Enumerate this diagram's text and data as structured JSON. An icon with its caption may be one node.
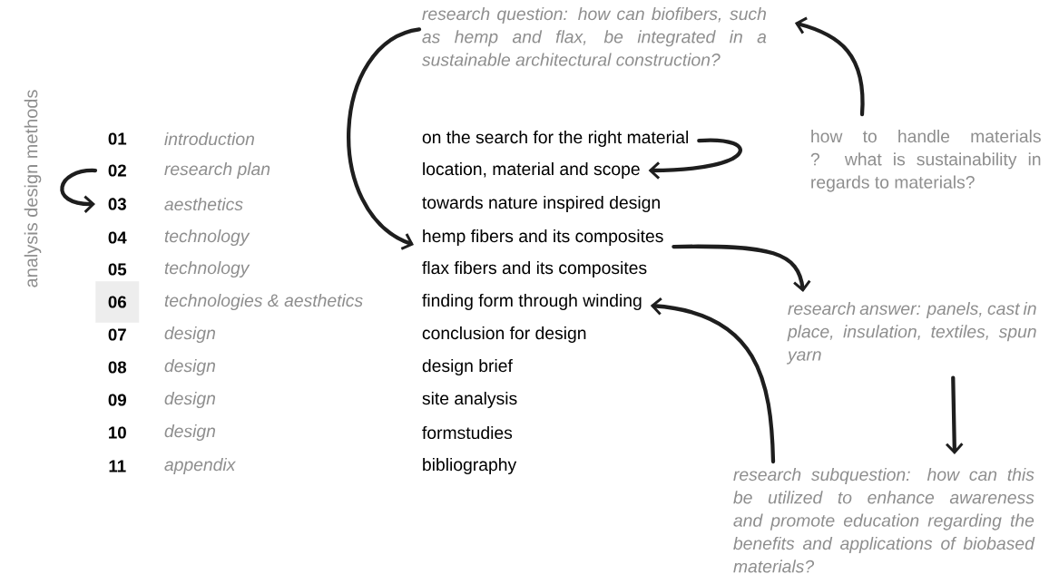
{
  "diagram": {
    "nodes": [
      {
        "text": [
          "01"
        ]
      },
      {
        "text": [
          "02"
        ]
      },
      {
        "text": [
          "03"
        ]
      },
      {
        "text": [
          "04"
        ]
      },
      {
        "text": [
          "05"
        ]
      },
      {
        "text": [
          "06"
        ]
      },
      {
        "text": [
          "07"
        ]
      },
      {
        "text": [
          "08"
        ]
      },
      {
        "text": [
          "09"
        ]
      },
      {
        "text": [
          "10"
        ]
      },
      {
        "text": [
          "11"
        ]
      },
      {
        "text": [
          "on the search for the right material"
        ]
      },
      {
        "text": [
          "location, material and scope"
        ]
      },
      {
        "text": [
          "towards nature inspired design"
        ]
      },
      {
        "text": [
          "hemp fibers and its composites"
        ]
      },
      {
        "text": [
          "flax fibers and its composites"
        ]
      },
      {
        "text": [
          "finding form through winding"
        ]
      },
      {
        "text": [
          "conclusion for design"
        ]
      },
      {
        "text": [
          "design brief"
        ]
      },
      {
        "text": [
          "site analysis"
        ]
      },
      {
        "text": [
          "formstudies"
        ]
      },
      {
        "text": [
          "bibliography"
        ]
      },
      {
        "text": [
          "research question: how can biofibers, such as hemp and flax, be integrated in a sustainable architectural construction?"
        ]
      },
      {
        "text": [
          "how to handle materials ? what is sustainability in regards to materials?"
        ]
      },
      {
        "text": [
          "research answer: panels, cast in place, insulation, textiles, spun yarn"
        ]
      },
      {
        "text": [
          "research subquestion: how can this be utilized to enhance awareness and promote education regarding the benefits and applications of biobased materials?"
        ]
      }
    ],
    "edges": [
      {
        "from": 1,
        "to": 2,
        "arrow": "to"
      },
      {
        "from": 22,
        "to": 14,
        "arrow": "to"
      },
      {
        "from": 23,
        "to": 22,
        "arrow": "to"
      },
      {
        "from": 11,
        "to": 12,
        "arrow": "to"
      },
      {
        "from": 14,
        "to": 24,
        "arrow": "to"
      },
      {
        "from": 24,
        "to": 25,
        "arrow": "to"
      },
      {
        "from": 25,
        "to": 16,
        "arrow": "to"
      }
    ],
    "labels": [
      "analysis design methods",
      "introduction",
      "research plan",
      "aesthetics",
      "technology",
      "technology",
      "technologies & aesthetics",
      "design",
      "design",
      "design",
      "design",
      "appendix"
    ]
  }
}
